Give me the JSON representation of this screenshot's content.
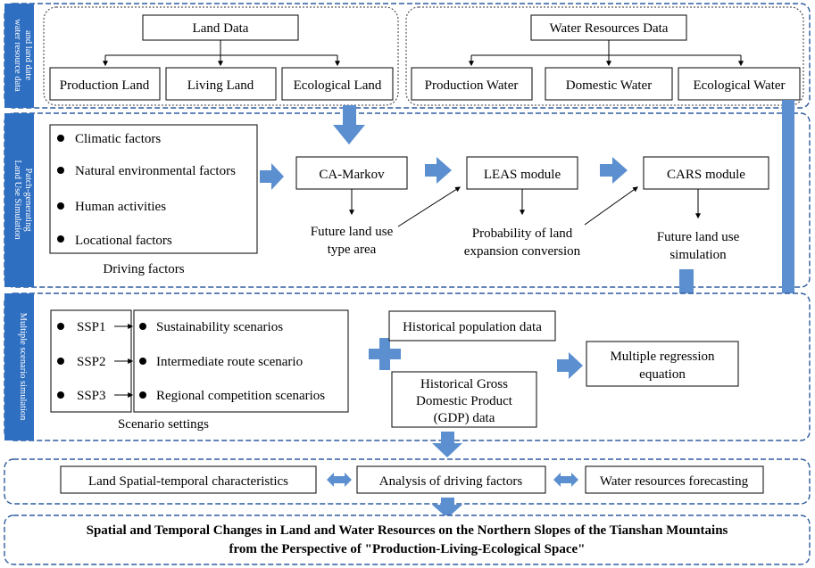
{
  "sections": {
    "data": {
      "band_lines": [
        "water resource data",
        "and land date"
      ]
    },
    "simulation": {
      "band_lines": [
        "Land Use Simulation",
        "Patch-generating"
      ]
    },
    "scenario": {
      "band_lines": [
        "Multiple scenario simulation"
      ]
    }
  },
  "land_data": {
    "title": "Land Data",
    "children": [
      "Production Land",
      "Living Land",
      "Ecological Land"
    ]
  },
  "water_data": {
    "title": "Water Resources Data",
    "children": [
      "Production Water",
      "Domestic Water",
      "Ecological Water"
    ]
  },
  "driving_factors": {
    "items": [
      "Climatic factors",
      "Natural environmental factors",
      "Human activities",
      "Locational factors"
    ],
    "caption": "Driving factors"
  },
  "modules": {
    "ca_markov": "CA-Markov",
    "leas": "LEAS module",
    "cars": "CARS module"
  },
  "module_outputs": {
    "ca_markov": [
      "Future land use",
      "type area"
    ],
    "leas": [
      "Probability of land",
      "expansion conversion"
    ],
    "cars": [
      "Future land use",
      "simulation"
    ]
  },
  "scenarios": {
    "ssp": [
      "SSP1",
      "SSP2",
      "SSP3"
    ],
    "descriptions": [
      "Sustainability scenarios",
      "Intermediate route scenario",
      "Regional competition scenarios"
    ],
    "caption": "Scenario settings"
  },
  "inputs": {
    "population": "Historical population data",
    "gdp": [
      "Historical Gross",
      "Domestic Product",
      "(GDP) data"
    ]
  },
  "regression": [
    "Multiple regression",
    "equation"
  ],
  "analysis": {
    "land": "Land Spatial-temporal characteristics",
    "drivers": "Analysis of driving factors",
    "water": "Water resources forecasting"
  },
  "conclusion": [
    "Spatial and Temporal Changes in Land and Water Resources on the Northern Slopes of the Tianshan Mountains",
    "from the Perspective of \"Production-Living-Ecological Space\""
  ]
}
